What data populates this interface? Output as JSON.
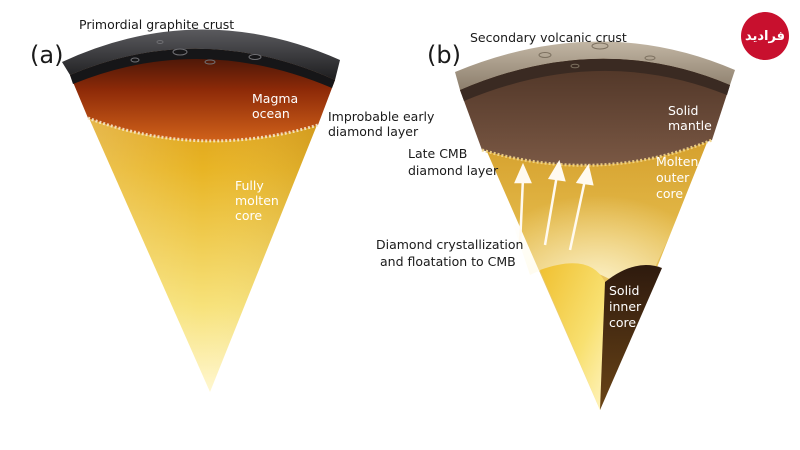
{
  "panels": {
    "a": {
      "letter": "(a)",
      "crust_label": "Primordial graphite crust",
      "magma_label_1": "Magma",
      "magma_label_2": "ocean",
      "diamond_label_1": "Improbable early",
      "diamond_label_2": "diamond layer",
      "core_label_1": "Fully",
      "core_label_2": "molten",
      "core_label_3": "core"
    },
    "b": {
      "letter": "(b)",
      "crust_label": "Secondary volcanic crust",
      "mantle_label_1": "Solid",
      "mantle_label_2": "mantle",
      "cmb_label_1": "Late CMB",
      "cmb_label_2": "diamond layer",
      "outer_label_1": "Molten",
      "outer_label_2": "outer",
      "outer_label_3": "core",
      "float_label_1": "Diamond crystallization",
      "float_label_2": "and floatation to CMB",
      "inner_label_1": "Solid",
      "inner_label_2": "inner",
      "inner_label_3": "core"
    }
  },
  "logo_text": "فرادید",
  "colors": {
    "logo_bg": "#c8102e",
    "crust_a": "#2e2e30",
    "magma": "#8a2408",
    "core_top": "#d99a10",
    "core_bottom": "#fff4c0",
    "crust_b": "#a89a88",
    "mantle": "#6a4a38",
    "inner_core": "#3a2414"
  }
}
